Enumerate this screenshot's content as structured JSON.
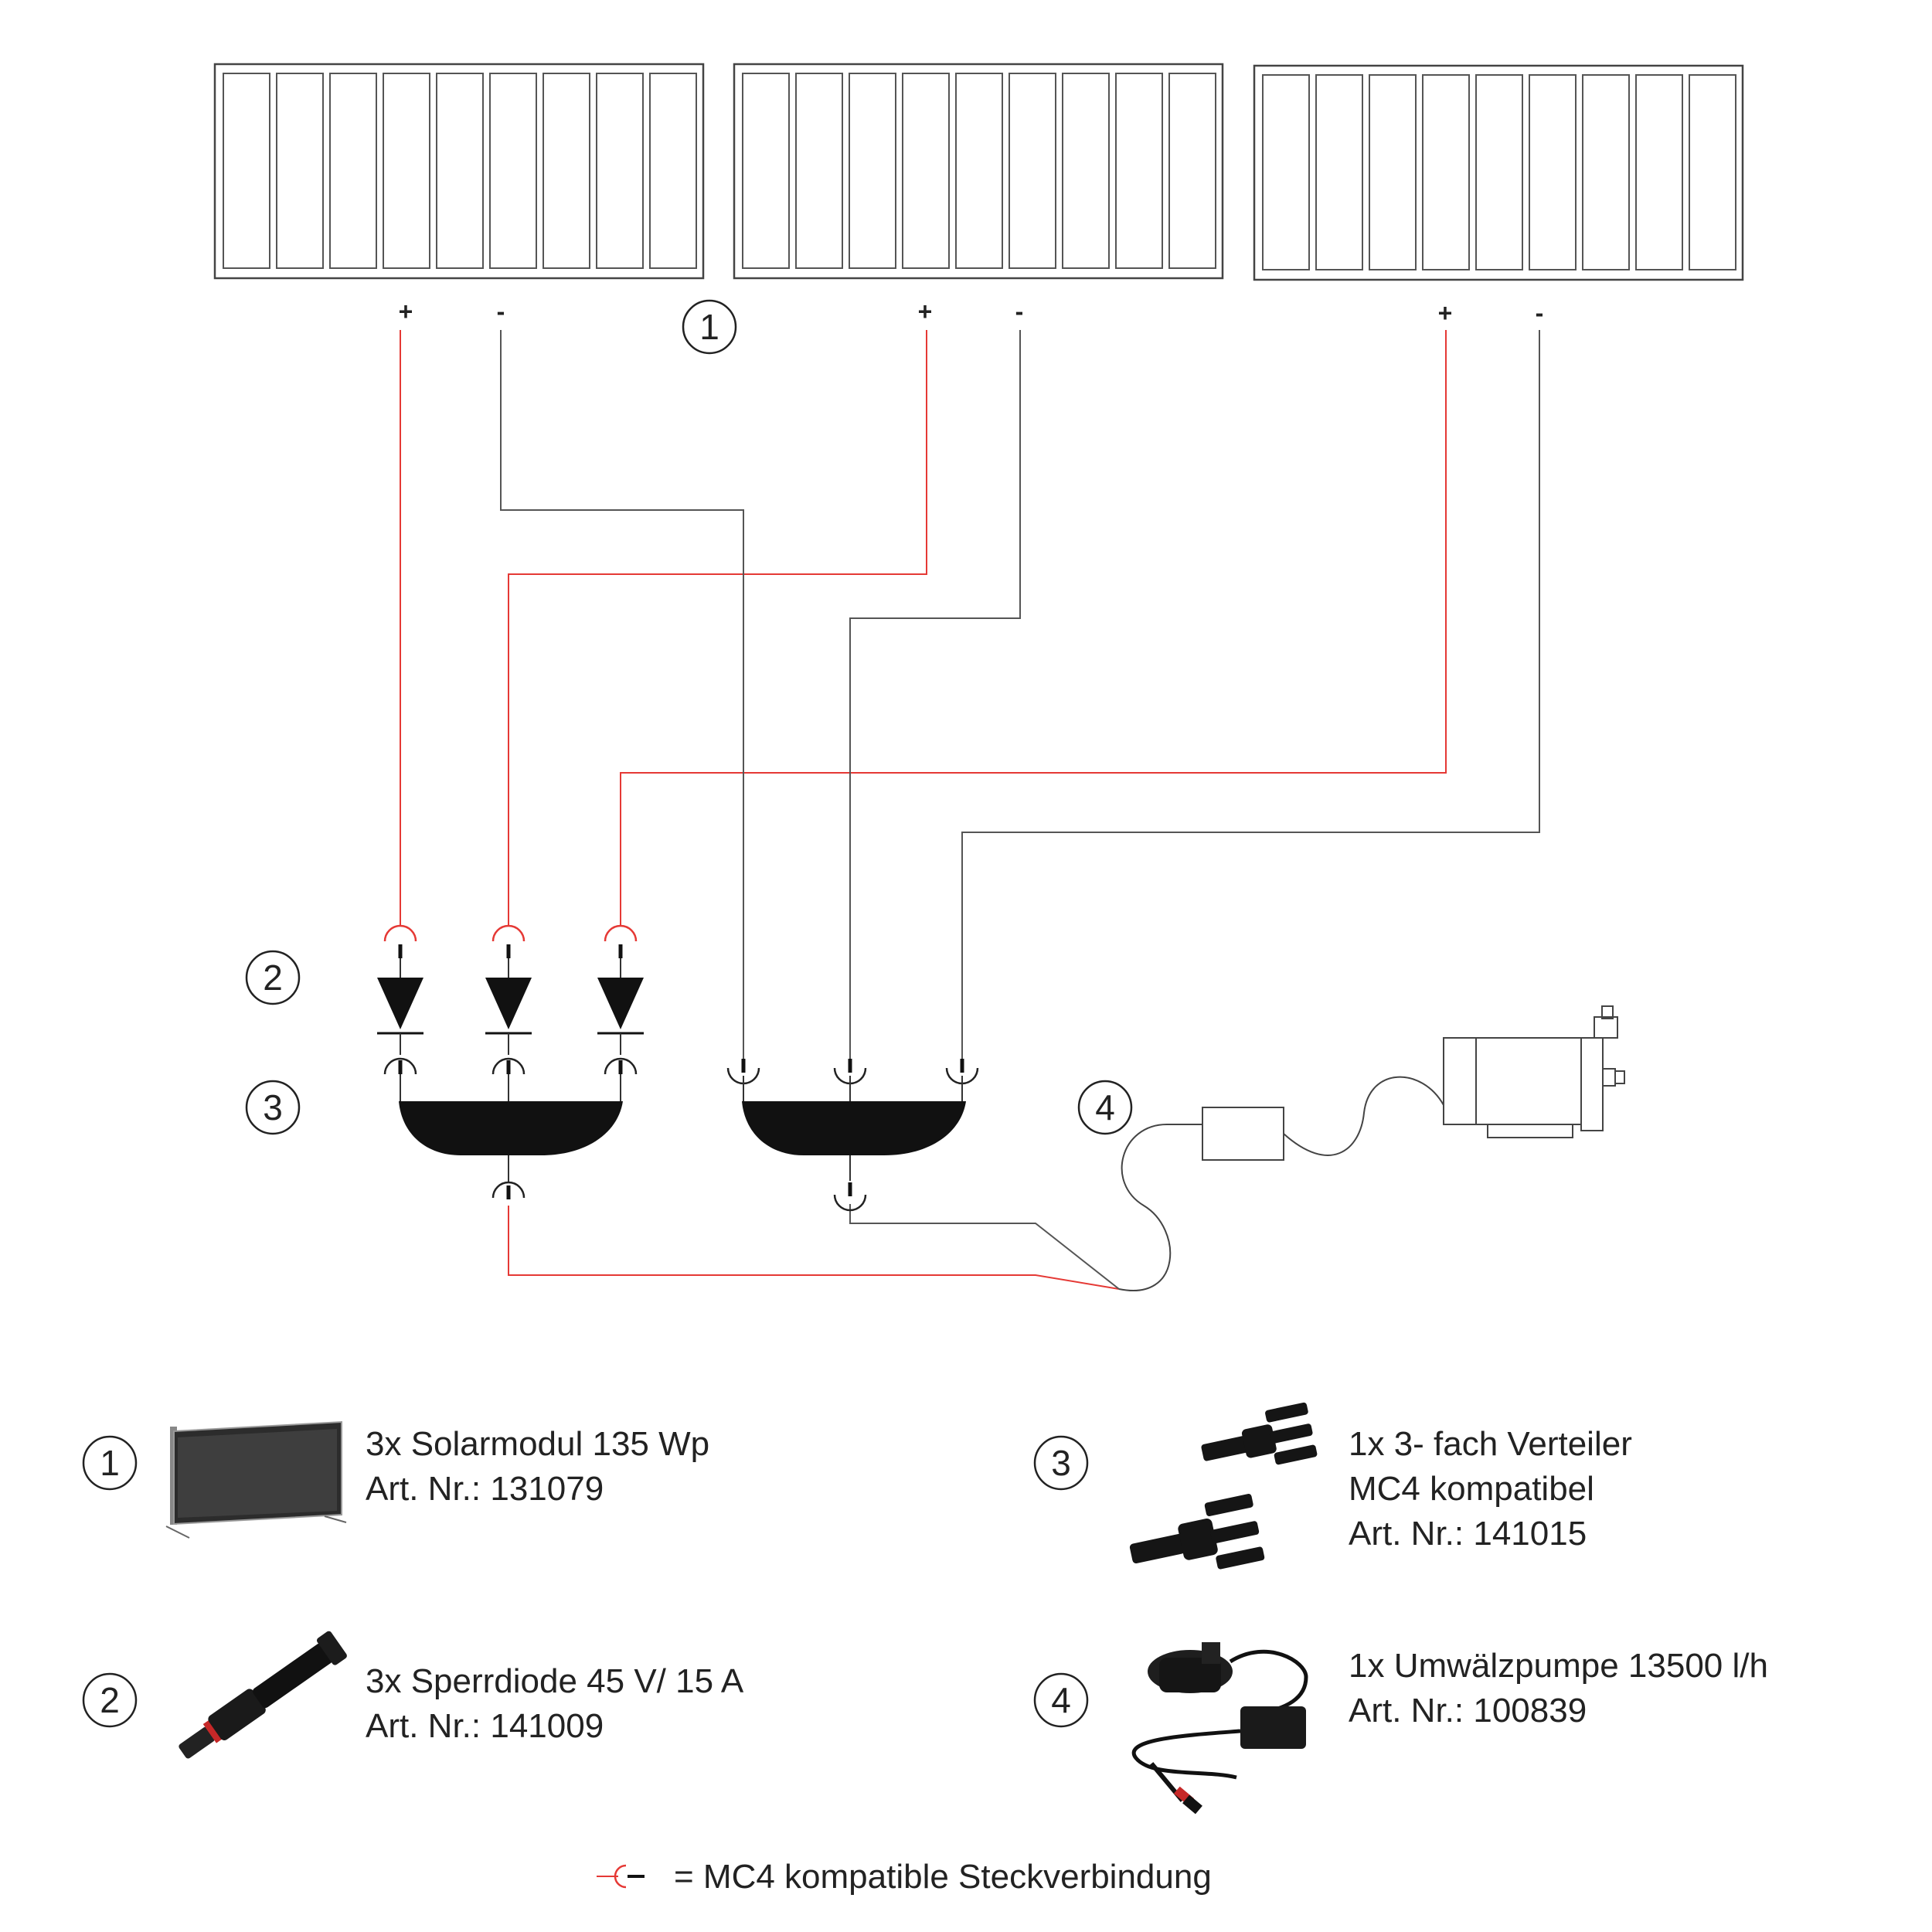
{
  "diagram": {
    "polarity": {
      "plus": "+",
      "minus": "-"
    },
    "callouts": {
      "n1": "1",
      "n2": "2",
      "n3": "3",
      "n4": "4"
    }
  },
  "parts": [
    {
      "num": "1",
      "line1": "3x Solarmodul 135 Wp",
      "line2": "Art. Nr.: 131079",
      "line3": ""
    },
    {
      "num": "2",
      "line1": "3x Sperrdiode 45 V/ 15 A",
      "line2": "Art. Nr.: 141009",
      "line3": ""
    },
    {
      "num": "3",
      "line1": "1x 3- fach Verteiler",
      "line2": "MC4 kompatibel",
      "line3": "Art. Nr.: 141015"
    },
    {
      "num": "4",
      "line1": "1x Umwälzpumpe 13500 l/h",
      "line2": "Art. Nr.: 100839",
      "line3": ""
    }
  ],
  "legend": {
    "text": "= MC4 kompatible Steckverbindung"
  },
  "colors": {
    "positive_wire": "#e53935",
    "negative_wire": "#555555",
    "outline": "#444444",
    "fill": "#111111"
  },
  "icons": [
    "solar-panel-icon",
    "blocking-diode-icon",
    "branch-connector-icon",
    "pump-icon",
    "mc4-plug-icon"
  ]
}
